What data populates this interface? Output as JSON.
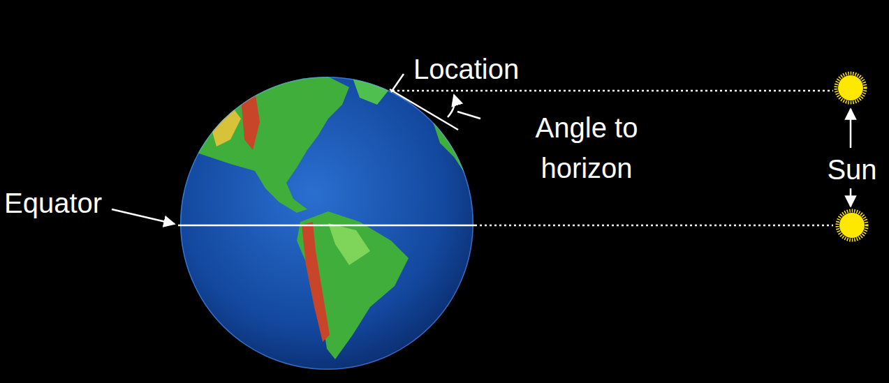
{
  "diagram": {
    "labels": [
      "Location",
      "Angle to horizon",
      "Sun",
      "Equator"
    ]
  }
}
